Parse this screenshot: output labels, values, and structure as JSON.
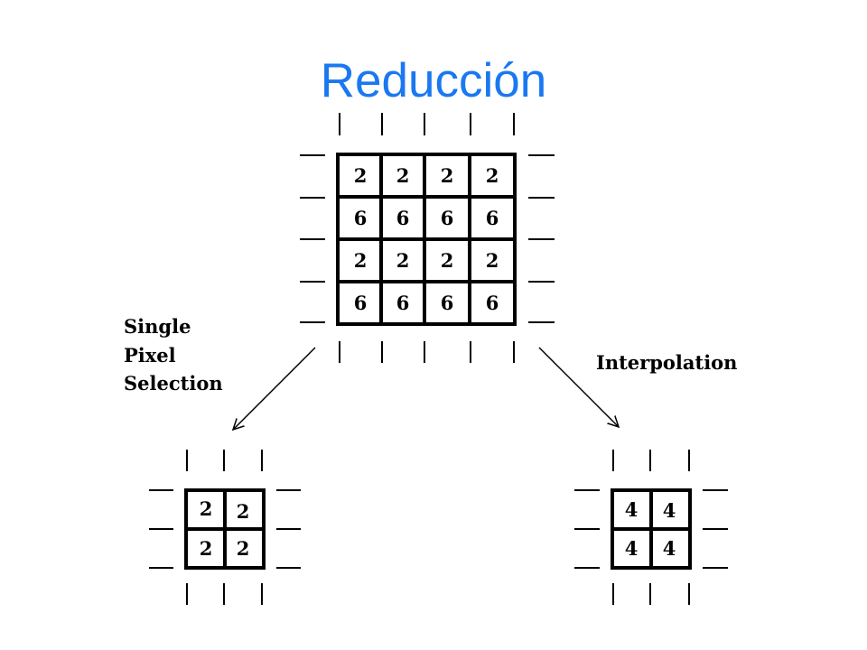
{
  "title": "Reducción",
  "labels": {
    "left_line1": "Single",
    "left_line2": "Pixel",
    "left_line3": "Selection",
    "right": "Interpolation"
  },
  "grids": {
    "original": [
      [
        "2",
        "2",
        "2",
        "2"
      ],
      [
        "6",
        "6",
        "6",
        "6"
      ],
      [
        "2",
        "2",
        "2",
        "2"
      ],
      [
        "6",
        "6",
        "6",
        "6"
      ]
    ],
    "single_pixel": [
      [
        "2",
        "2"
      ],
      [
        "2",
        "2"
      ]
    ],
    "interpolation": [
      [
        "4",
        "4"
      ],
      [
        "4",
        "4"
      ]
    ]
  },
  "colors": {
    "title": "#1a78f0",
    "lines": "#000000"
  }
}
